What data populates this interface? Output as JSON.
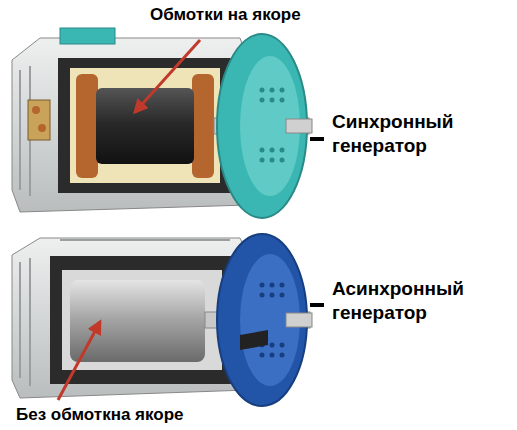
{
  "diagram": {
    "labels": [
      "Обмотки на якоре",
      "Синхронный генератор",
      "Асинхронный генератор",
      "Без обмоткна якоре"
    ]
  }
}
